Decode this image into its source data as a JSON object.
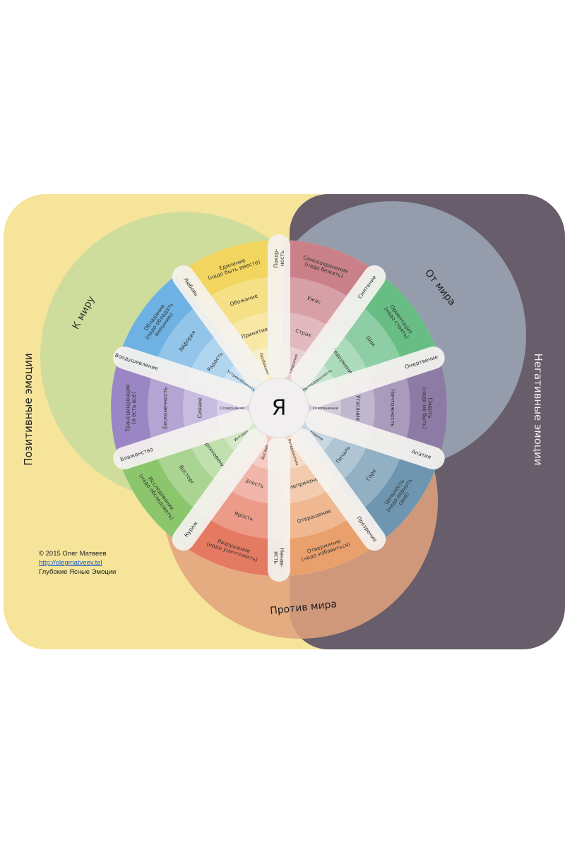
{
  "center_label": "Я",
  "regions": {
    "positive": "Позитивные эмоции",
    "negative": "Негативные эмоции",
    "to_world": "К миру",
    "from_world": "От мира",
    "against_world": "Против мира"
  },
  "credit": {
    "copyright": "© 2015 Олег Матвеев",
    "link": "http://olegmatveev.tel",
    "title": "Глубокие Ясные Эмоции"
  },
  "colors": {
    "yellow_bg": "#f6e49a",
    "dark_bg": "#675d6b",
    "to_world": "#cbdc9c",
    "from_world": "#9aa3b4",
    "against_world": "#e2a27e"
  },
  "petals": [
    {
      "color": "#c98088",
      "labels": [
        "Опасение",
        "Страх",
        "Ужас",
        "Самосохранение\n(надо бежать)"
      ]
    },
    {
      "color": "#68bd85",
      "labels": [
        "Настороженность",
        "Недоумение",
        "Шок",
        "Ориентация\n(надо стоять)"
      ]
    },
    {
      "color": "#8d7aa5",
      "labels": [
        "Оцепенение",
        "Угасание",
        "Ничтожность",
        "Смерть\n(надо не быть)"
      ]
    },
    {
      "color": "#6e96b0",
      "labels": [
        "Уныние",
        "Печаль",
        "Горе",
        "Цельность\n(надо вернуть\nсвоё)"
      ]
    },
    {
      "color": "#eaa06c",
      "labels": [
        "Раздражение",
        "Неприязнь",
        "Отвращение",
        "Отвержение\n(надо избавиться)"
      ]
    },
    {
      "color": "#e57a62",
      "labels": [
        "Досада",
        "Злость",
        "Ярость",
        "Разрушение\n(надо уничтожить)"
      ]
    },
    {
      "color": "#8cc66c",
      "labels": [
        "Интерес",
        "Вдохновение",
        "Восторг",
        "Исследование\n(надо обследовать)"
      ]
    },
    {
      "color": "#9a86c4",
      "labels": [
        "Созерцание",
        "Сияние",
        "Бесконечность",
        "Трансценденция\n(я есть всё)"
      ]
    },
    {
      "color": "#6db2e2",
      "labels": [
        "Устремлённость",
        "Радость",
        "Эйфория",
        "Обладание\n(надо обладать\nвнешним)"
      ]
    },
    {
      "color": "#f2d55e",
      "labels": [
        "Одобрение",
        "Принятие",
        "Обожание",
        "Единение\n(надо быть вместе)"
      ]
    }
  ],
  "spokes": [
    "Покорность",
    "Смятение",
    "Омертвение",
    "Апатия",
    "Презрение",
    "Ненависть",
    "Кураж",
    "Блаженство",
    "Воодушевление",
    "Любовь"
  ]
}
